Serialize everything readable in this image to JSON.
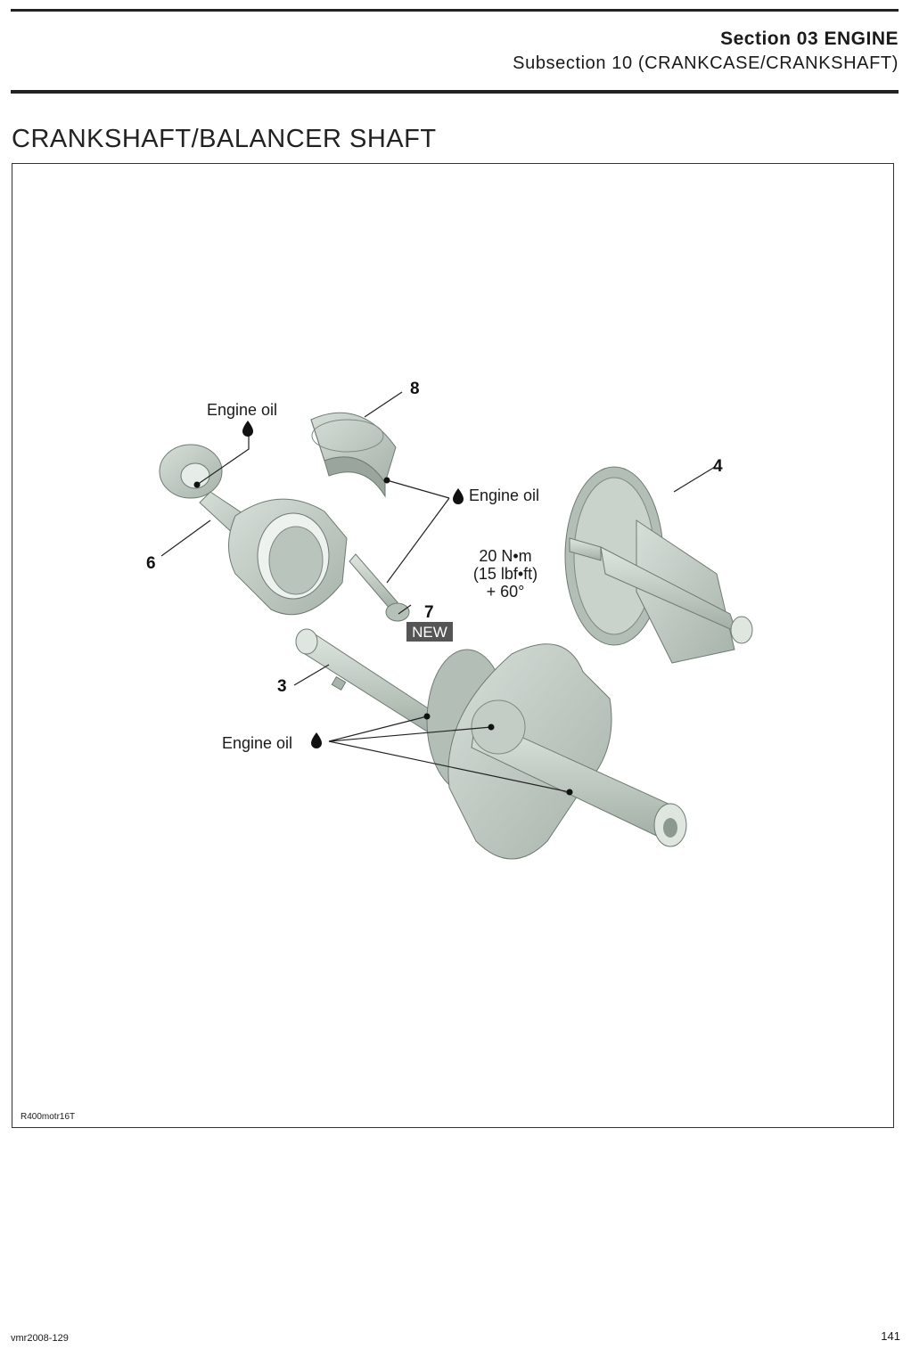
{
  "header": {
    "section": "Section 03 ENGINE",
    "subsection": "Subsection 10 (CRANKCASE/CRANKSHAFT)"
  },
  "page_title": "CRANKSHAFT/BALANCER SHAFT",
  "figure": {
    "code": "R400motr16T",
    "callouts": {
      "c8": "8",
      "c4": "4",
      "c6": "6",
      "c7": "7",
      "c3": "3"
    },
    "oil_label_top": "Engine oil",
    "oil_label_mid": "Engine oil",
    "oil_label_bottom": "Engine oil",
    "torque_line1": "20 N•m",
    "torque_line2": "(15 lbf•ft)",
    "torque_line3": "+ 60°",
    "new_badge": "NEW"
  },
  "footer": {
    "doc_id": "vmr2008-129",
    "page_number": "141"
  },
  "colors": {
    "part_fill": "#c9d2cb",
    "part_shade": "#a9b5ac",
    "part_dark": "#8c998f",
    "badge_bg": "#555555"
  }
}
